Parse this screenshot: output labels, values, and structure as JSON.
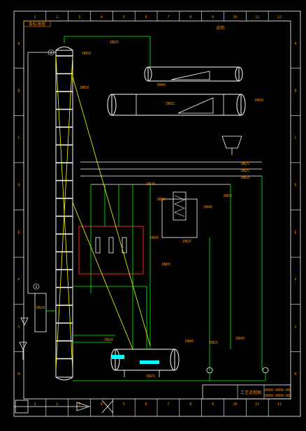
{
  "drawing": {
    "corner_label": "非标准图",
    "notes_title": "说明",
    "title_block": {
      "drawing_title": "工艺流程图",
      "code_1": "0000-0000-00",
      "code_2": "0000-0000-00"
    },
    "grid_columns": [
      "1",
      "2",
      "3",
      "4",
      "5",
      "6",
      "7",
      "8",
      "9",
      "10",
      "11",
      "12"
    ],
    "grid_rows": [
      "A",
      "B",
      "C",
      "D",
      "E",
      "F",
      "G",
      "H"
    ],
    "balloons": [
      "1",
      "2"
    ],
    "pipe_labels": [
      "DN50",
      "DN25",
      "DN50",
      "DN40",
      "DN32",
      "DN40",
      "DN25",
      "DN25",
      "DN50",
      "DN40",
      "DN80",
      "DN50",
      "DN40",
      "DN25",
      "DN50",
      "DN65",
      "DN40",
      "DN25",
      "DN20",
      "DN25",
      "DN40",
      "DN20"
    ],
    "colors": {
      "background": "#000000",
      "frame": "#ffffff",
      "pipe": "#00ff00",
      "equipment": "#ffffff",
      "annotation": "#ff8c00",
      "highlight": "#ffff00",
      "detail_box": "#ff2020",
      "liquid": "#00ffff"
    }
  }
}
